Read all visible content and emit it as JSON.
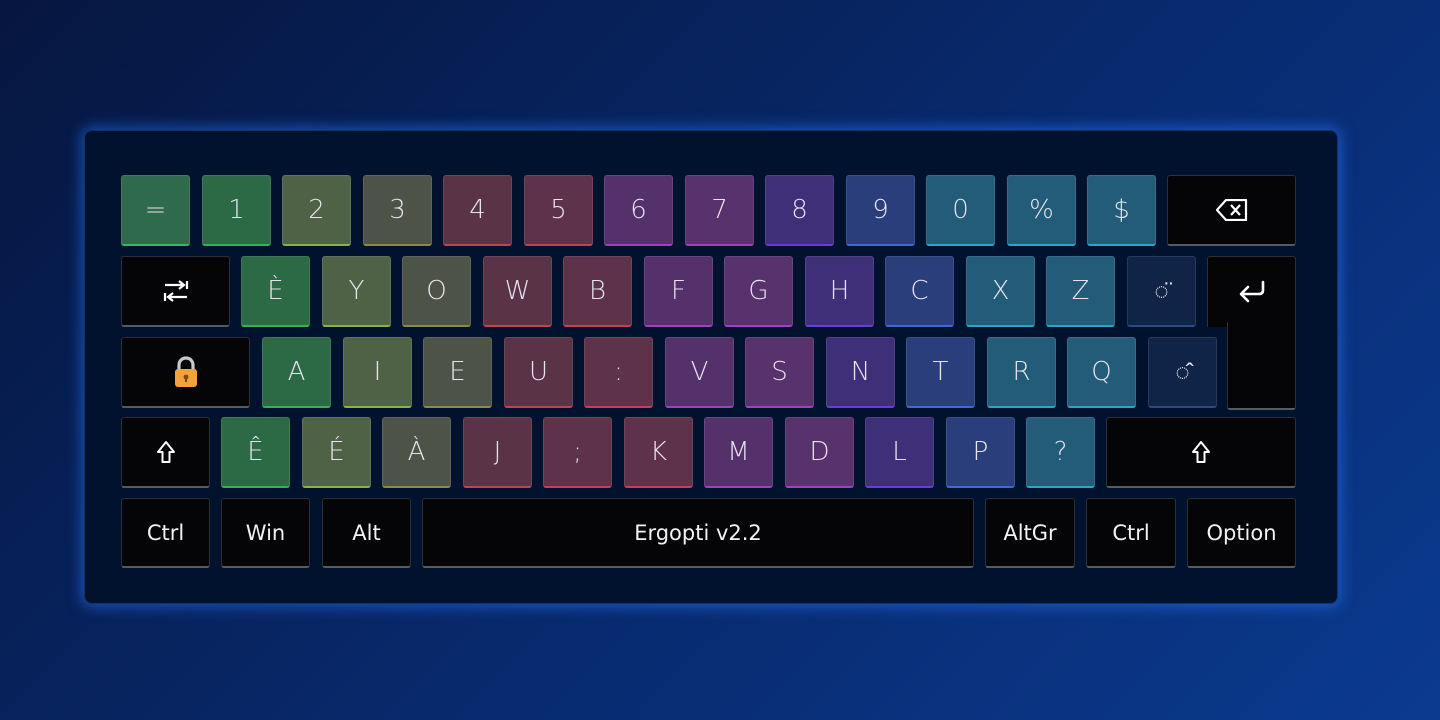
{
  "layout_name": "Ergopti v2.2",
  "row1": [
    {
      "label": "=",
      "color": "#2f6a4d",
      "accent": "#3cb46a"
    },
    {
      "label": "1",
      "color": "#2c6a46",
      "accent": "#35b25a"
    },
    {
      "label": "2",
      "color": "#4f6246",
      "accent": "#8ab24a"
    },
    {
      "label": "3",
      "color": "#4e5348",
      "accent": "#8c8a4a"
    },
    {
      "label": "4",
      "color": "#5a3347",
      "accent": "#b8484a"
    },
    {
      "label": "5",
      "color": "#5e3349",
      "accent": "#c04450"
    },
    {
      "label": "6",
      "color": "#55316c",
      "accent": "#a040c0"
    },
    {
      "label": "7",
      "color": "#57326c",
      "accent": "#a040c4"
    },
    {
      "label": "8",
      "color": "#3e2f78",
      "accent": "#6a3cd8"
    },
    {
      "label": "9",
      "color": "#2a3e7c",
      "accent": "#3c6ad8"
    },
    {
      "label": "0",
      "color": "#235c79",
      "accent": "#2aa6c8"
    },
    {
      "label": "%",
      "color": "#235c79",
      "accent": "#2aa6c8"
    },
    {
      "label": "$",
      "color": "#235c79",
      "accent": "#2aa6c8"
    }
  ],
  "backspace": {
    "icon": "backspace-icon",
    "glyph": "⌫"
  },
  "row2": [
    {
      "label": "È",
      "color": "#2c6a46",
      "accent": "#35b25a"
    },
    {
      "label": "Y",
      "color": "#4f6246",
      "accent": "#8ab24a"
    },
    {
      "label": "O",
      "color": "#4e5348",
      "accent": "#8c8a4a"
    },
    {
      "label": "W",
      "color": "#5a3347",
      "accent": "#b8484a"
    },
    {
      "label": "B",
      "color": "#5e3349",
      "accent": "#c04450"
    },
    {
      "label": "F",
      "color": "#55316c",
      "accent": "#a040c0"
    },
    {
      "label": "G",
      "color": "#57326c",
      "accent": "#a040c4"
    },
    {
      "label": "H",
      "color": "#3e2f78",
      "accent": "#6a3cd8"
    },
    {
      "label": "C",
      "color": "#2a3e7c",
      "accent": "#3c6ad8"
    },
    {
      "label": "X",
      "color": "#235c79",
      "accent": "#2aa6c8"
    },
    {
      "label": "Z",
      "color": "#235c79",
      "accent": "#2aa6c8"
    },
    {
      "label": "̈",
      "color": "#0f2447",
      "accent": "#2a4a80",
      "dead": "trema"
    }
  ],
  "tab": {
    "icon": "tab-icon",
    "glyph": "⇆"
  },
  "enter": {
    "icon": "enter-icon",
    "glyph": "↵"
  },
  "row3": [
    {
      "label": "A",
      "color": "#2c6a46",
      "accent": "#35b25a"
    },
    {
      "label": "I",
      "color": "#4f6246",
      "accent": "#8ab24a"
    },
    {
      "label": "E",
      "color": "#4e5348",
      "accent": "#8c8a4a"
    },
    {
      "label": "U",
      "color": "#5a3347",
      "accent": "#b8484a"
    },
    {
      "label": ":",
      "color": "#5e3349",
      "accent": "#c04450"
    },
    {
      "label": "V",
      "color": "#55316c",
      "accent": "#a040c0"
    },
    {
      "label": "S",
      "color": "#57326c",
      "accent": "#a040c4"
    },
    {
      "label": "N",
      "color": "#3e2f78",
      "accent": "#6a3cd8"
    },
    {
      "label": "T",
      "color": "#2a3e7c",
      "accent": "#3c6ad8"
    },
    {
      "label": "R",
      "color": "#235c79",
      "accent": "#2aa6c8"
    },
    {
      "label": "Q",
      "color": "#235c79",
      "accent": "#2aa6c8"
    },
    {
      "label": "̂",
      "color": "#0f2447",
      "accent": "#2a4a80",
      "dead": "circumflex"
    }
  ],
  "capslock": {
    "icon": "lock-icon",
    "glyph": "🔒"
  },
  "row4": [
    {
      "label": "Ê",
      "color": "#2c6a46",
      "accent": "#35b25a"
    },
    {
      "label": "É",
      "color": "#4f6246",
      "accent": "#8ab24a"
    },
    {
      "label": "À",
      "color": "#4e5348",
      "accent": "#8c8a4a"
    },
    {
      "label": "J",
      "color": "#5a3347",
      "accent": "#b8484a"
    },
    {
      "label": ";",
      "color": "#5e3349",
      "accent": "#c04450"
    },
    {
      "label": "K",
      "color": "#5e3349",
      "accent": "#c04450"
    },
    {
      "label": "M",
      "color": "#55316c",
      "accent": "#a040c0"
    },
    {
      "label": "D",
      "color": "#57326c",
      "accent": "#a040c4"
    },
    {
      "label": "L",
      "color": "#3e2f78",
      "accent": "#6a3cd8"
    },
    {
      "label": "P",
      "color": "#2a3e7c",
      "accent": "#3c6ad8"
    },
    {
      "label": "?",
      "color": "#235c79",
      "accent": "#2aa6c8"
    }
  ],
  "shift": {
    "icon": "shift-icon",
    "glyph": "⇧"
  },
  "bottom": {
    "ctrl_left": "Ctrl",
    "win": "Win",
    "alt": "Alt",
    "space": "Ergopti v2.2",
    "altgr": "AltGr",
    "ctrl_right": "Ctrl",
    "option": "Option"
  }
}
